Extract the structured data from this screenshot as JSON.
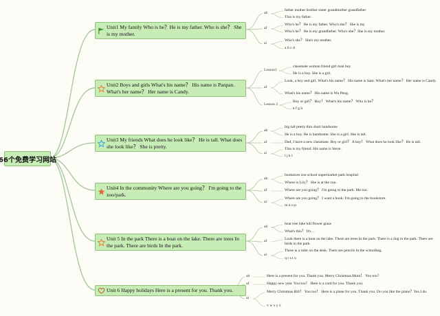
{
  "root": {
    "label": "66个免费学习网站"
  },
  "units": [
    {
      "title": "Unit1 My family Who is he？He is my father. Who is she？ She is my mother.",
      "icon": "flag-icon",
      "groups": [
        {
          "label": "ab",
          "items": [
            "father mother brother sister grandmother grandfather",
            "This is my father."
          ]
        },
        {
          "label": "af",
          "items": [
            "Who's he？ He is my father. Who's she？ She is my",
            "Who's he？ He is my grandfather. Who's she？She is my mother."
          ]
        },
        {
          "label": "ai",
          "items": [
            "Who's she？ She's my mother.",
            "a b c d"
          ]
        }
      ]
    },
    {
      "title": "Unit2 Boys and girls What's his name？ His name is Panpan. What's her name？ Her name is Candy.",
      "icon": "star-outline-icon",
      "groups": [
        {
          "label": "Lesson1",
          "items": [
            "classmate woman friend girl man boy",
            "He is a boy. She is a girl."
          ]
        },
        {
          "label": "af",
          "items": [
            "Look, a boy and girl. What's his name？ His name is Sam. What's her name？ Her name is Candy.",
            "What's his name？ His name is Wu Peng."
          ]
        },
        {
          "label": "Lesson 3",
          "items": [
            "Boy or girl？ Boy！ What's his name？ Who is he？",
            "e f g h"
          ]
        }
      ]
    },
    {
      "title": "Unit3 My friends What does he look like？ He is tall. What does she look like？ She is pretty.",
      "icon": "star-blue-icon",
      "groups": [
        {
          "label": "ab",
          "items": [
            "big tall pretty thin short handsome",
            "He is a boy. He is handsome. She is a girl. She is tall."
          ]
        },
        {
          "label": "af",
          "items": [
            "Dad, I have a new classmate. Boy or girl？ A boy！ What does he look like？ He is tall."
          ]
        },
        {
          "label": "ai",
          "items": [
            "This is my friend. His name is Steve.",
            "i j k l"
          ]
        }
      ]
    },
    {
      "title": "Unit4 In the community Where are you going？ I'm going to the zoo/park.",
      "icon": "star-red-icon",
      "groups": [
        {
          "label": "ab",
          "items": [
            "bookstore zoo school supermarket park hospital",
            "Where is Lily？ She is at the zoo."
          ]
        },
        {
          "label": "af",
          "items": [
            "Where are you going？ I'm going to the park. Me too."
          ]
        },
        {
          "label": "ai",
          "items": [
            "Where are you going？ I want a book. I'm going to the bookstore.",
            "m n o p"
          ]
        }
      ]
    },
    {
      "title": "Unit 5 In the park There is a boat on the lake. There are trees In the park. There are birds In the park.",
      "icon": "star-outline-icon",
      "groups": [
        {
          "label": "ab",
          "items": [
            "boat tree lake hill flower grass",
            "What's this？ It's…"
          ]
        },
        {
          "label": "af",
          "items": [
            "Look there is a boat on the lake. There are trees In the park. There is a dog in the park. There are birds in the park."
          ]
        },
        {
          "label": "ai",
          "items": [
            "There is a ruler on the desk. There are pencils In the schoolbag.",
            "q r s t u"
          ]
        }
      ]
    },
    {
      "title": "Unit 6 Happy holidays Here is a present for you. Thank you.",
      "icon": "heart-icon",
      "groups": [
        {
          "label": "ab",
          "items": [
            "Here is a present for you. Thank you. Merry Christmas.Mum！ You too！"
          ]
        },
        {
          "label": "af",
          "items": [
            "Happy new year. You too！ Here is a card for you. Thank you."
          ]
        },
        {
          "label": "ai",
          "items": [
            "Merry Christmas.Bill！ You too！ Here is a plane for you. Thank you. Do you like the plane？Yes.I do.",
            "v w x y z"
          ]
        }
      ]
    }
  ],
  "colors": {
    "node_fill": "#c7ecb6",
    "node_border": "#8cc27a",
    "branch": "#a9c89e",
    "star_red": "#e8663c",
    "star_outline": "#e27b3e",
    "star_blue": "#3aa0d8",
    "flag": "#3a8a2e",
    "heart": "#d2592f"
  }
}
